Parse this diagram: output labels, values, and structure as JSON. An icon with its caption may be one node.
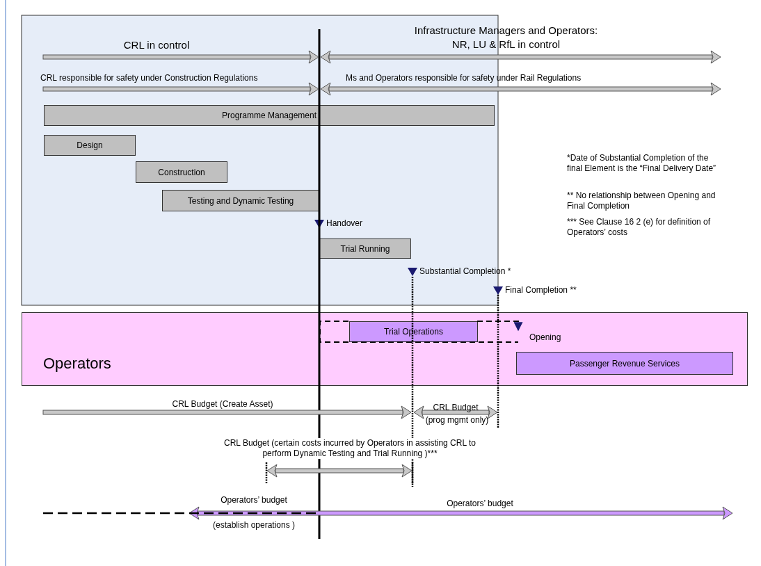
{
  "diagram": {
    "nodes": [
      {
        "text": [
          "Operators"
        ]
      },
      {
        "text": [
          "Programme Management"
        ]
      },
      {
        "text": [
          "Design"
        ]
      },
      {
        "text": [
          "Construction"
        ]
      },
      {
        "text": [
          "Testing and Dynamic Testing"
        ]
      },
      {
        "text": [
          "Handover"
        ]
      },
      {
        "text": [
          "Trial Running"
        ]
      },
      {
        "text": [
          "Substantial Completion *"
        ]
      },
      {
        "text": [
          "Final Completion **"
        ]
      },
      {
        "text": [
          "Trial Operations"
        ],
        "in": 0
      },
      {
        "text": [
          "Opening"
        ],
        "in": 0
      },
      {
        "text": [
          "Passenger Revenue Services"
        ],
        "in": 0
      }
    ],
    "edges": [
      {
        "from": 9,
        "to": 10,
        "arrow": "to",
        "style": "dashed"
      }
    ],
    "labels": [
      "CRL in control",
      "Infrastructure Managers and Operators: NR, LU & RfL in control",
      "CRL responsible for safety under Construction Regulations",
      "Ms and Operators responsible for safety under Rail Regulations",
      "*Date of Substantial Completion of the final Element is the “Final Delivery Date”",
      "** No relationship between Opening and Final Completion",
      "*** See Clause 16 2 (e) for definition of Operators’ costs",
      "CRL Budget (Create Asset)",
      "CRL Budget",
      "(prog mgmt only)",
      "CRL Budget (certain costs incurred by Operators in assisting CRL to perform Dynamic Testing and Trial Running )***",
      "Operators’ budget",
      "(establish operations )",
      "Operators’ budget"
    ]
  }
}
